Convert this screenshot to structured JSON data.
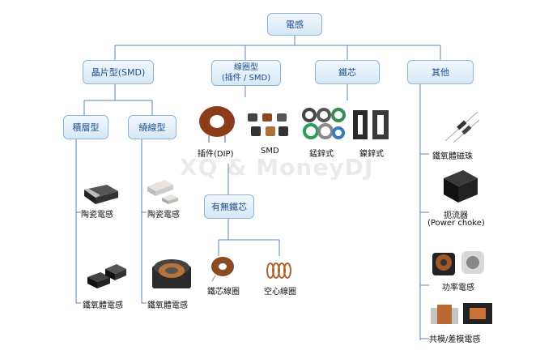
{
  "root": {
    "label": "電感"
  },
  "categories": {
    "smd": "晶片型(SMD)",
    "wire_wound": "線圈型\n(插件 / SMD)",
    "core": "鐵芯",
    "other": "其他"
  },
  "smd_types": {
    "multilayer": "積層型",
    "wire": "繞線型"
  },
  "smd_items": {
    "ceramic_1": "陶瓷電感",
    "ferrite_1": "鐵氧體電感",
    "ceramic_2": "陶瓷電感",
    "ferrite_2": "鐵氧體電感"
  },
  "wire_items": {
    "dip": "插件(DIP)",
    "smd": "SMD"
  },
  "core_presence": {
    "label": "有無鐵芯",
    "with_core": "鐵芯線圈",
    "air_core": "空心線圈"
  },
  "core_items": {
    "mnzn": "錳鋅式",
    "nizn": "鎳鋅式"
  },
  "other_items": {
    "bead": "鐵氧體磁珠",
    "choke": "扼流器",
    "choke_en": "(Power choke)",
    "power": "功率電感",
    "common_mode": "共模/差模電感"
  },
  "watermark": "XQ & MoneyDJ",
  "colors": {
    "box_border": "#8fb4d6",
    "box_text": "#1f4e8c",
    "line": "#5b86b8"
  }
}
